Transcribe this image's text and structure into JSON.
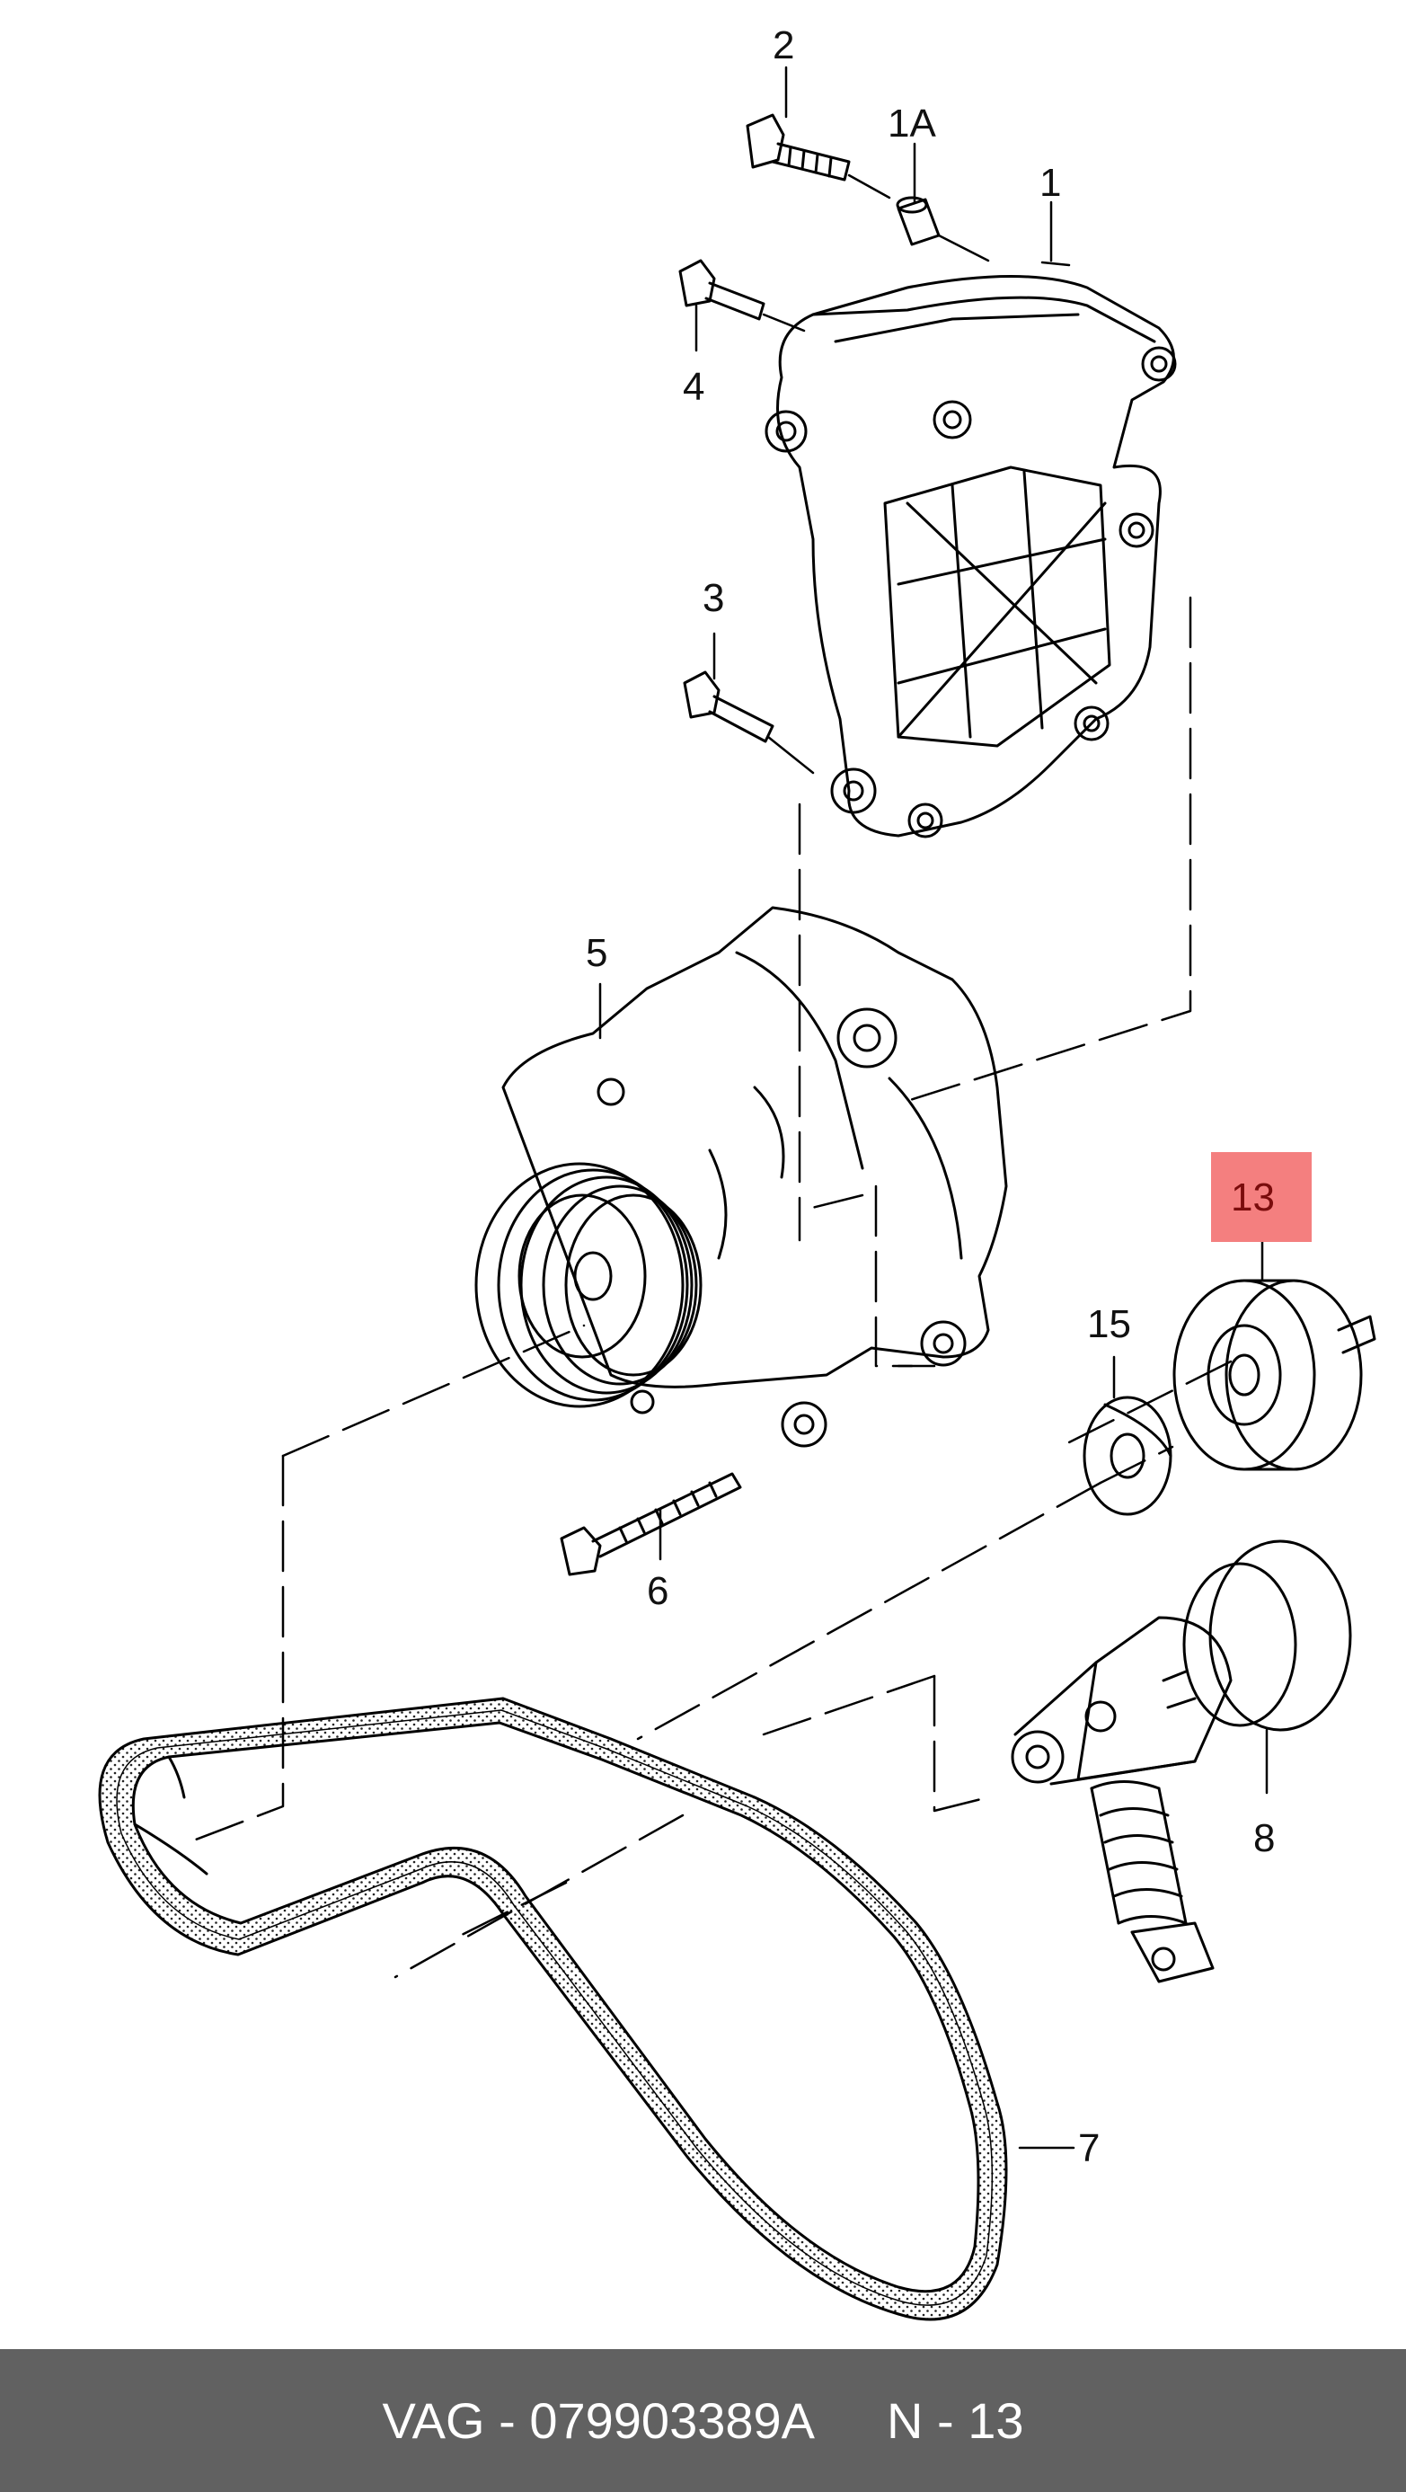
{
  "callouts": {
    "c1": "1",
    "c1a": "1A",
    "c2": "2",
    "c3": "3",
    "c4": "4",
    "c5": "5",
    "c6": "6",
    "c7": "7",
    "c8": "8",
    "c13": "13",
    "c15": "15"
  },
  "highlight": {
    "callout": "13",
    "color": "#f47f7f"
  },
  "footer": {
    "part": "VAG - 079903389A",
    "diagram_ref": "N - 13"
  },
  "colors": {
    "footer_bg": "#616161",
    "footer_text": "#ffffff"
  }
}
